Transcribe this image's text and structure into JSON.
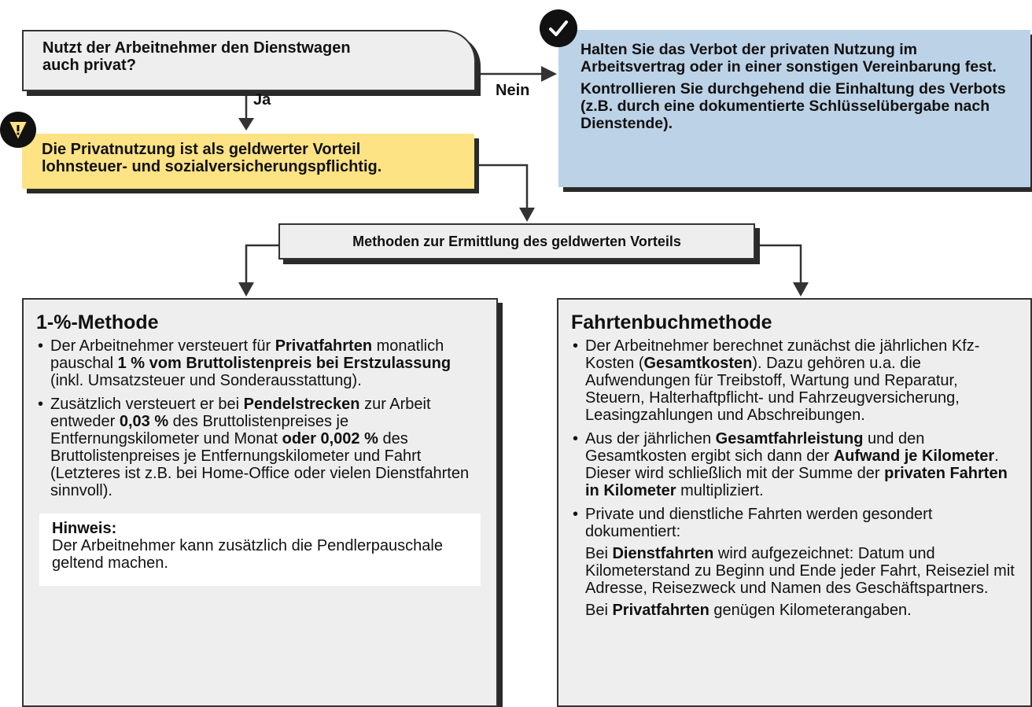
{
  "question": {
    "line1": "Nutzt der Arbeitnehmer den Dienstwagen",
    "line2": "auch privat?"
  },
  "labels": {
    "yes": "Ja",
    "no": "Nein"
  },
  "warning": {
    "line1": "Die Privatnutzung ist als geldwerter Vorteil",
    "line2": "lohnsteuer- und sozialversicherungspflichtig.",
    "icon": "exclamation-icon"
  },
  "no_use": {
    "icon": "check-icon",
    "para1": "Halten Sie das Verbot der privaten Nutzung im Arbeitsvertrag oder in einer sonstigen Vereinbarung fest.",
    "para2": "Kontrollieren Sie durchgehend die Einhaltung des Verbots (z.B. durch eine dokumentierte Schlüsselübergabe nach Dienstende)."
  },
  "methods_header": "Methoden zur Ermittlung des geldwerten Vorteils",
  "method_1": {
    "title": "1-%-Methode",
    "b1": {
      "t1": "Der Arbeitnehmer versteuert für ",
      "b1": "Privatfahrten",
      "t2": " monatlich pauschal ",
      "b2": "1 % vom Bruttolistenpreis bei Erstzulassung",
      "t3": " (inkl. Umsatzsteuer und Sonderausstattung)."
    },
    "b2": {
      "t1": "Zusätzlich versteuert er bei ",
      "b1": "Pendelstrecken",
      "t2": " zur Arbeit entweder ",
      "b2": "0,03 %",
      "t3": " des Bruttolistenpreises je Entfernungskilometer und Monat ",
      "b3": "oder 0,002 %",
      "t4": " des Bruttolistenpreises je Entfernungskilometer und Fahrt (Letzteres ist z.B. bei Home-Office oder vielen Dienstfahrten sinnvoll)."
    },
    "hint_title": "Hinweis:",
    "hint_text": "Der Arbeitnehmer kann zusätzlich die Pendlerpauschale geltend machen."
  },
  "method_2": {
    "title": "Fahrtenbuchmethode",
    "b1": {
      "t1": "Der Arbeitnehmer berechnet zunächst die jährlichen Kfz-Kosten (",
      "b1": "Gesamtkosten",
      "t2": "). Dazu gehören u.a. die Aufwendungen für Treibstoff, Wartung und Reparatur, Steuern, Halterhaftpflicht- und Fahrzeugversicherung, Leasingzahlungen und Abschreibungen."
    },
    "b2": {
      "t1": "Aus der jährlichen ",
      "b1": "Gesamtfahrleistung",
      "t2": " und den Gesamtkosten ergibt sich dann der ",
      "b2": "Aufwand je Kilometer",
      "t3": ". Dieser wird schließlich mit der Summe der ",
      "b3": "privaten Fahrten in Kilometer",
      "t4": " multipliziert."
    },
    "b3": {
      "t1": "Private und dienstliche Fahrten werden gesondert dokumentiert:",
      "p1_t1": "Bei ",
      "p1_b1": "Dienstfahrten",
      "p1_t2": " wird aufgezeichnet: Datum und Kilometerstand zu Beginn und Ende jeder Fahrt, Reiseziel mit Adresse, Reisezweck und Namen des Geschäftspartners.",
      "p2_t1": "Bei ",
      "p2_b1": "Privatfahrten",
      "p2_t2": " genügen Kilometerangaben."
    }
  }
}
